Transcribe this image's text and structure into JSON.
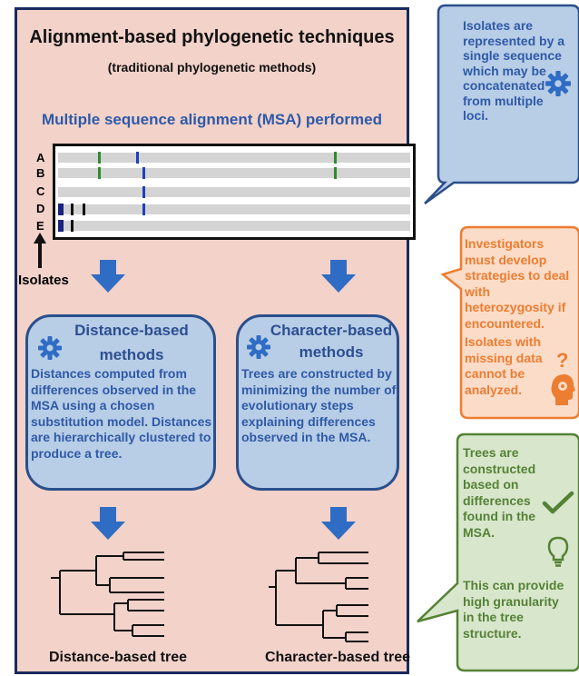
{
  "main": {
    "title": "Alignment-based phylogenetic techniques",
    "subtitle": "(traditional phylogenetic methods)",
    "msa_heading": "Multiple sequence alignment (MSA) performed",
    "isolate_labels": [
      "A",
      "B",
      "C",
      "D",
      "E"
    ],
    "isolates_caption": "Isolates"
  },
  "distance_method": {
    "title_line1": "Distance-based",
    "title_line2": "methods",
    "description": "Distances computed from differences observed in the MSA using a chosen substitution model. Distances are hierarchically clustered to produce a tree.",
    "tree_label": "Distance-based tree"
  },
  "character_method": {
    "title_line1": "Character-based",
    "title_line2": "methods",
    "description": "Trees are constructed by minimizing the number of evolutionary steps explaining differences observed in the MSA.",
    "tree_label": "Character-based tree"
  },
  "callouts": {
    "blue": "Isolates are represented by a single sequence which may be concatenated from multiple loci.",
    "orange_1": "Investigators must develop strategies to deal with heterozygosity if encountered.",
    "orange_2": "Isolates with missing data cannot be analyzed.",
    "green_1": "Trees are constructed based on differences found in the MSA.",
    "green_2": "This can provide high granularity in the tree structure."
  },
  "colors": {
    "panel_bg": "#f2d2c9",
    "panel_border": "#1a2a5c",
    "method_box_bg": "#b8cde6",
    "method_box_border": "#2a4f8c",
    "arrow_blue": "#2f6cc4",
    "blue_callout_bg": "#b8cde6",
    "orange_callout_bg": "#fbdcc8",
    "orange_callout_border": "#ed7d31",
    "orange_text": "#ed7d31",
    "green_callout_bg": "#d8e6cc",
    "green_callout_border": "#548235",
    "green_text": "#548235"
  },
  "icons": [
    "gear-icon",
    "question-mark-icon",
    "head-gears-icon",
    "checkmark-icon",
    "lightbulb-icon",
    "up-arrow-icon",
    "down-arrow-icon"
  ]
}
